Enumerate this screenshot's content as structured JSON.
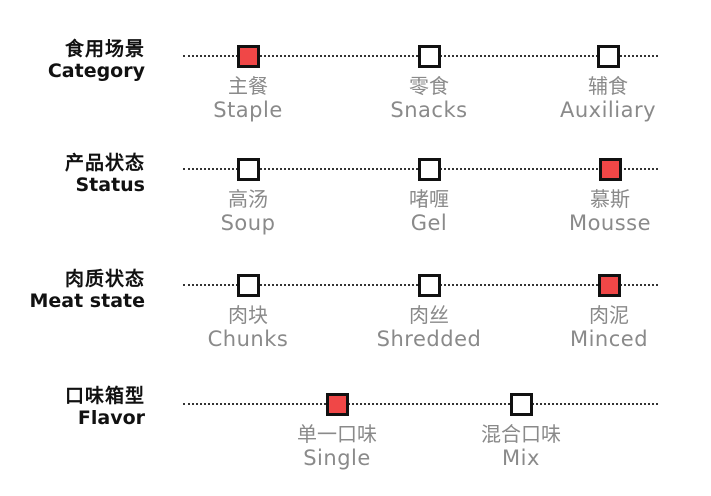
{
  "groups": [
    {
      "zh": "食用场景",
      "en": "Category",
      "options": [
        {
          "zh": "主餐",
          "en": "Staple",
          "selected": true
        },
        {
          "zh": "零食",
          "en": "Snacks",
          "selected": false
        },
        {
          "zh": "辅食",
          "en": "Auxiliary",
          "selected": false
        }
      ]
    },
    {
      "zh": "产品状态",
      "en": "Status",
      "options": [
        {
          "zh": "高汤",
          "en": "Soup",
          "selected": false
        },
        {
          "zh": "啫喱",
          "en": "Gel",
          "selected": false
        },
        {
          "zh": "慕斯",
          "en": "Mousse",
          "selected": true
        }
      ]
    },
    {
      "zh": "肉质状态",
      "en": "Meat state",
      "options": [
        {
          "zh": "肉块",
          "en": "Chunks",
          "selected": false
        },
        {
          "zh": "肉丝",
          "en": "Shredded",
          "selected": false
        },
        {
          "zh": "肉泥",
          "en": "Minced",
          "selected": true
        }
      ]
    },
    {
      "zh": "口味箱型",
      "en": "Flavor",
      "options": [
        {
          "zh": "单一口味",
          "en": "Single",
          "selected": true
        },
        {
          "zh": "混合口味",
          "en": "Mix",
          "selected": false
        }
      ]
    }
  ],
  "colors": {
    "selected": "#f04747",
    "unselected": "#ffffff",
    "label": "#111111",
    "option_text": "#8a8a8a"
  }
}
